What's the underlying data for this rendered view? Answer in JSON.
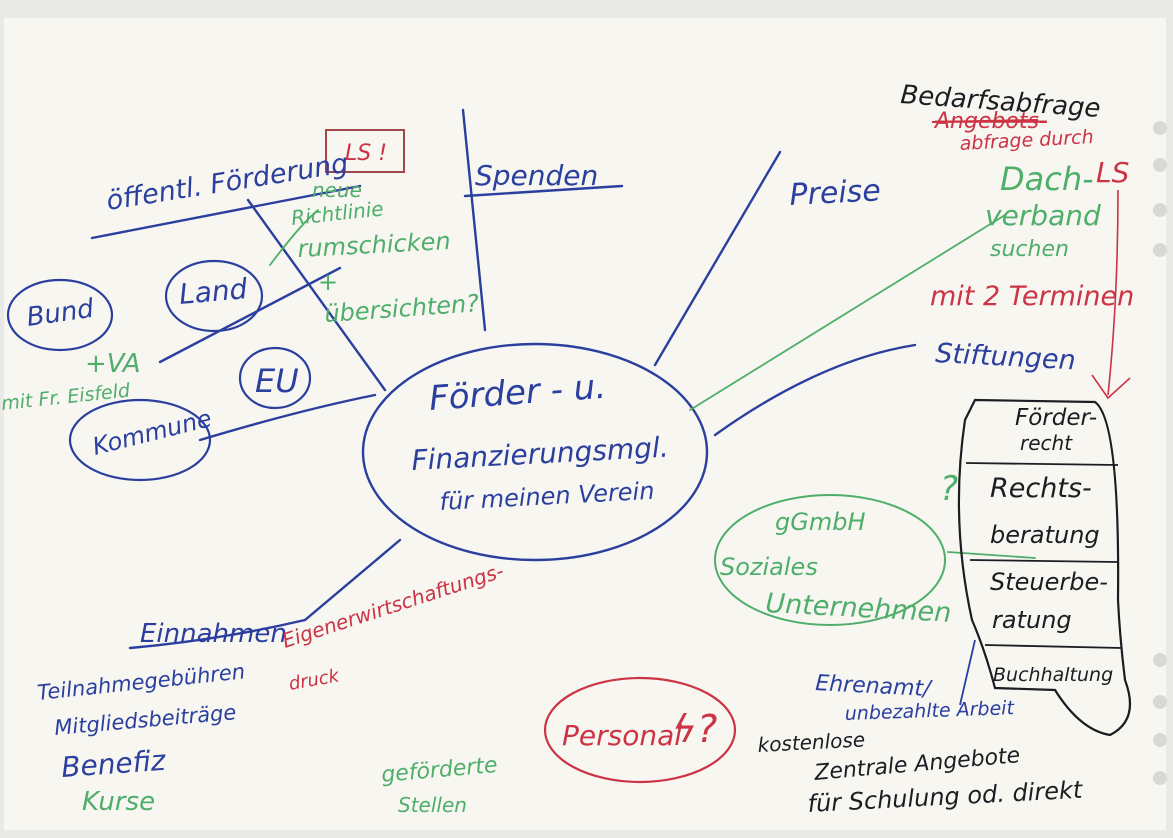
{
  "colors": {
    "paper": "#f7f6f1",
    "blue": "#2a3f9e",
    "green": "#4fae6a",
    "red": "#cc3344",
    "black": "#1c1c22",
    "hole": "#d9d8d4"
  },
  "center": {
    "line1": "Förder - u.",
    "line2": "Finanzierungsmgl.",
    "line3": "für meinen Verein"
  },
  "public_funding": {
    "label": "öffentl. Förderung",
    "ls_box": "LS !",
    "note_lines": [
      "neue",
      "Richtlinie",
      "rumschicken",
      "+",
      "übersichten?"
    ],
    "bund": "Bund",
    "land": "Land",
    "eu": "EU",
    "kommune": "Kommune",
    "va_note": "+VA",
    "va_note2": "mit Fr. Eisfeld"
  },
  "spenden": "Spenden",
  "preise": "Preise",
  "bedarf": {
    "line1": "Bedarfsabfrage",
    "line2": "Angebots-",
    "line3": "abfrage durch",
    "ls": "LS",
    "dach1": "Dach-",
    "dach2": "verband",
    "dach3": "suchen",
    "termine": "mit 2 Terminen"
  },
  "stiftungen": "Stiftungen",
  "services": {
    "item1a": "Förder-",
    "item1b": "recht",
    "item2a": "Rechts-",
    "item2b": "beratung",
    "item3a": "Steuerbe-",
    "item3b": "ratung",
    "item4": "Buchhaltung"
  },
  "ggmbh": {
    "line1": "gGmbH",
    "line2": "Soziales",
    "line3": "Unternehmen",
    "question": "?"
  },
  "ehrenamt": {
    "line1": "Ehrenamt/",
    "line2": "unbezahlte Arbeit"
  },
  "einnahmen": {
    "label": "Einnahmen",
    "eigen1": "Eigenerwirtschaftungs-",
    "eigen2": "druck",
    "items": [
      "Teilnahmegebühren",
      "Mitgliedsbeiträge",
      "Benefiz"
    ],
    "kurse": "Kurse"
  },
  "personal": {
    "label": "Personal",
    "sign": "ϟ?"
  },
  "gefoerderte": {
    "line1": "geförderte",
    "line2": "Stellen"
  },
  "kostenlose": {
    "line1": "kostenlose",
    "line2": "Zentrale Angebote",
    "line3": "für Schulung od. direkt"
  }
}
